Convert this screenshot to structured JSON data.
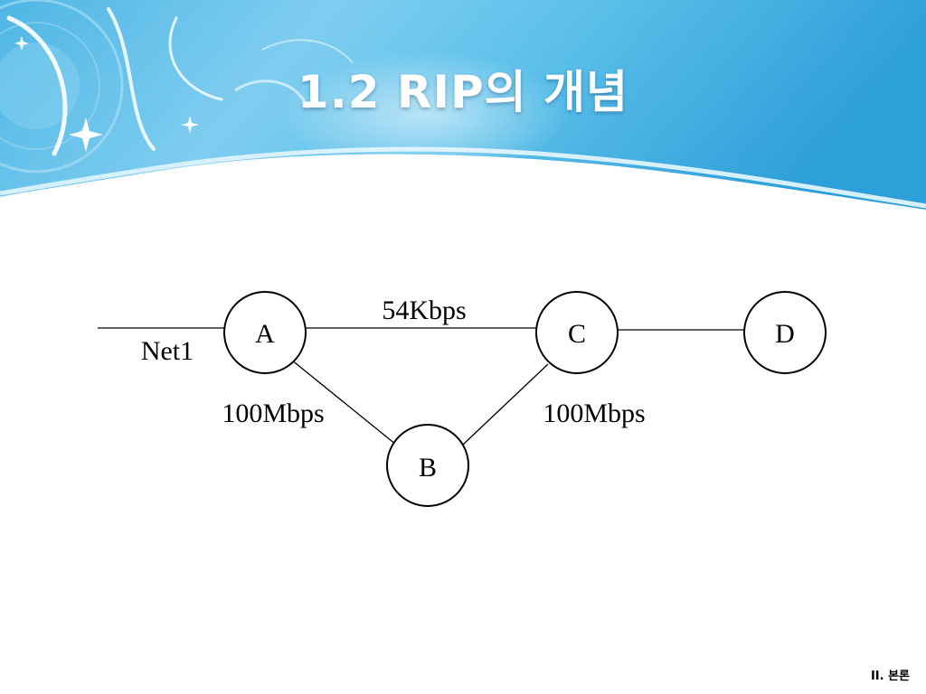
{
  "slide": {
    "title": "1.2 RIP의 개념",
    "footer": "II. 본론"
  },
  "diagram": {
    "nodes": [
      {
        "id": "A",
        "label": "A"
      },
      {
        "id": "B",
        "label": "B"
      },
      {
        "id": "C",
        "label": "C"
      },
      {
        "id": "D",
        "label": "D"
      }
    ],
    "network_label": "Net1",
    "edges": [
      {
        "from": "A",
        "to": "C",
        "label": "54Kbps"
      },
      {
        "from": "A",
        "to": "B",
        "label": "100Mbps"
      },
      {
        "from": "B",
        "to": "C",
        "label": "100Mbps"
      },
      {
        "from": "C",
        "to": "D",
        "label": ""
      }
    ]
  },
  "colors": {
    "banner_light": "#a8e0f6",
    "banner_mid": "#5cc0e8",
    "banner_dark": "#2a9fd8",
    "title_text": "#ffffff",
    "diagram_line": "#000000"
  }
}
